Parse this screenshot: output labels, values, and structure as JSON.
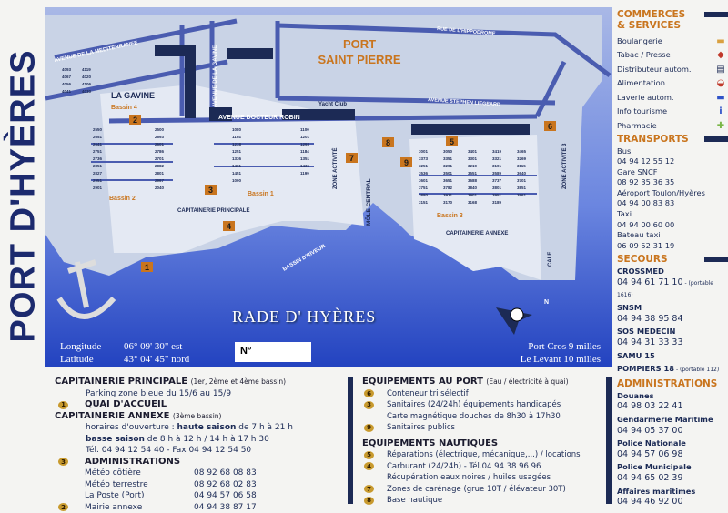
{
  "title": "PORT D'HYÈRES",
  "map": {
    "port_name": [
      "PORT",
      "SAINT PIERRE"
    ],
    "streets": [
      "AVENUE DE LA MEDITERRANEE",
      "AVENUE DE LA GAVINE",
      "RUE DE L'HIPPODROME",
      "AVENUE STEPHEN LIEGEARD",
      "AVENUE DOCTEUR ROBIN"
    ],
    "areas": {
      "gavine": "LA GAVINE",
      "bassin4": "Bassin 4",
      "bassin2": "Bassin 2",
      "bassin1": "Bassin 1",
      "bassin3": "Bassin 3",
      "zone_activite": "ZONE ACTIVITÉ",
      "zone_activite3": "ZONE ACTIVITÉ 3",
      "mole": "MÔLE CENTRAL",
      "bassin_riveur": "BASSIN D'RIVEUR",
      "cale": "CALE",
      "cap_principale": "CAPITAINERIE PRINCIPALE",
      "cap_annexe": "CAPITAINERIE ANNEXE",
      "yacht_club": "Yacht Club"
    },
    "berths": [
      "4093",
      "4067",
      "4056",
      "4041",
      "4119",
      "4020",
      "4106",
      "4030",
      "2550",
      "2500",
      "2651",
      "2693",
      "2641",
      "2601",
      "2751",
      "2786",
      "2736",
      "2701",
      "2851",
      "2882",
      "2827",
      "2801",
      "2951",
      "2967",
      "2901",
      "2040",
      "1080",
      "1100",
      "1154",
      "1201",
      "1238",
      "1293",
      "1251",
      "1184",
      "1336",
      "1351",
      "1401",
      "1436",
      "1451",
      "1199",
      "1000",
      "3001",
      "3050",
      "3401",
      "3419",
      "3465",
      "3373",
      "3351",
      "3301",
      "3321",
      "3269",
      "3251",
      "3201",
      "3219",
      "3101",
      "3115",
      "3536",
      "3501",
      "3551",
      "3589",
      "3640",
      "3601",
      "3651",
      "3688",
      "3737",
      "3701",
      "3751",
      "3782",
      "3840",
      "3801",
      "3851",
      "3880",
      "3931",
      "3901",
      "3951",
      "3961",
      "3151",
      "3170",
      "3168",
      "3189"
    ],
    "markers": [
      "1",
      "2",
      "3",
      "4",
      "5",
      "6",
      "7",
      "8",
      "9"
    ],
    "rade": "RADE D' HYÈRES",
    "north": "N",
    "longitude_label": "Longitude",
    "longitude": "06° 09' 30\" est",
    "latitude_label": "Latitude",
    "latitude": "43° 04' 45\" nord",
    "number_label": "N°",
    "dist1": "Port Cros 9 milles",
    "dist2": "Le Levant 10 milles"
  },
  "left_info": {
    "cap_principale": "CAPITAINERIE PRINCIPALE",
    "cap_principale_note": "(1er, 2ème et 4ème bassin)",
    "parking": "Parking zone bleue du 15/6 au 15/9",
    "quai": "QUAI D'ACCUEIL",
    "cap_annexe": "CAPITAINERIE ANNEXE",
    "cap_annexe_note": "(3ème bassin)",
    "hours1_a": "horaires d'ouverture : ",
    "hours1_b": "haute saison",
    "hours1_c": " de 7 h à 21 h",
    "hours2_a": "basse saison",
    "hours2_b": " de 8 h à 12 h / 14 h à 17 h 30",
    "tel": "Tél. 04 94 12 54 40 - Fax 04 94 12 54 50",
    "admin": "ADMINISTRATIONS",
    "contacts": [
      {
        "name": "Météo côtière",
        "phone": "08 92 68 08 83"
      },
      {
        "name": "Météo terrestre",
        "phone": "08 92 68 02 83"
      },
      {
        "name": "La Poste (Port)",
        "phone": "04 94 57 06 58"
      },
      {
        "name": "Mairie annexe",
        "phone": "04 94 38 87 17"
      }
    ]
  },
  "mid_info": {
    "port_title": "EQUIPEMENTS AU PORT",
    "port_note": "(Eau / électricité à quai)",
    "port_items": [
      {
        "n": "6",
        "t": "Conteneur tri sélectif"
      },
      {
        "n": "3",
        "t": "Sanitaires (24/24h) équipements handicapés"
      },
      {
        "n": "",
        "t": "Carte magnétique douches de 8h30 à 17h30"
      },
      {
        "n": "9",
        "t": "Sanitaires publics"
      }
    ],
    "naut_title": "EQUIPEMENTS NAUTIQUES",
    "naut_items": [
      {
        "n": "5",
        "t": "Réparations (électrique, mécanique,...) / locations"
      },
      {
        "n": "4",
        "t": "Carburant (24/24h) - Tél.04 94 38 96 96"
      },
      {
        "n": "",
        "t": "Récupération eaux noires / huiles usagées"
      },
      {
        "n": "7",
        "t": "Zones de carénage (grue 10T / élévateur 30T)"
      },
      {
        "n": "8",
        "t": "Base nautique"
      }
    ]
  },
  "right": {
    "commerces": "COMMERCES",
    "services": "& SERVICES",
    "services_list": [
      {
        "label": "Boulangerie",
        "icon": "bread-icon"
      },
      {
        "label": "Tabac / Presse",
        "icon": "tabac-diamond-icon"
      },
      {
        "label": "Distributeur autom.",
        "icon": "atm-icon"
      },
      {
        "label": "Alimentation",
        "icon": "watermelon-icon"
      },
      {
        "label": "Laverie autom.",
        "icon": "laundry-icon"
      },
      {
        "label": "Info tourisme",
        "icon": "info-icon"
      },
      {
        "label": "Pharmacie",
        "icon": "pharmacy-cross-icon"
      }
    ],
    "transports": "TRANSPORTS",
    "transports_list": [
      {
        "name": "Bus",
        "phone": "04 94 12 55 12"
      },
      {
        "name": "Gare SNCF",
        "phone": "08 92 35 36 35"
      },
      {
        "name": "Aéroport Toulon/Hyères",
        "phone": "04 94 00 83 83"
      },
      {
        "name": "Taxi",
        "phone": "04 94 00 60 00"
      },
      {
        "name": "Bateau taxi",
        "phone": "06 09 52 31 19"
      }
    ],
    "secours": "SECOURS",
    "secours_list": [
      {
        "name": "CROSSMED",
        "phone": "04 94 61 71 10",
        "note": " - (portable 1616)"
      },
      {
        "name": "SNSM",
        "phone": "04 94 38 95 84",
        "note": ""
      },
      {
        "name": "SOS MEDECIN",
        "phone": "04 94 31 33 33",
        "note": ""
      }
    ],
    "samu": "SAMU 15",
    "pompiers": "POMPIERS 18",
    "pompiers_note": " - (portable 112)",
    "admin": "ADMINISTRATIONS",
    "admin_list": [
      {
        "name": "Douanes",
        "phone": "04 98 03 22 41"
      },
      {
        "name": "Gendarmerie Maritime",
        "phone": "04 94 05 37 00"
      },
      {
        "name": "Police Nationale",
        "phone": "04 94 57 06 98"
      },
      {
        "name": "Police Municipale",
        "phone": "04 94 65 02 39"
      },
      {
        "name": "Affaires maritimes",
        "phone": "04 94 46 92 00"
      }
    ]
  },
  "colors": {
    "accent": "#c9751e",
    "navy": "#1c2a55",
    "sea": "#2f52c8",
    "land": "#c9d3e6",
    "road": "#4a5cb0"
  }
}
